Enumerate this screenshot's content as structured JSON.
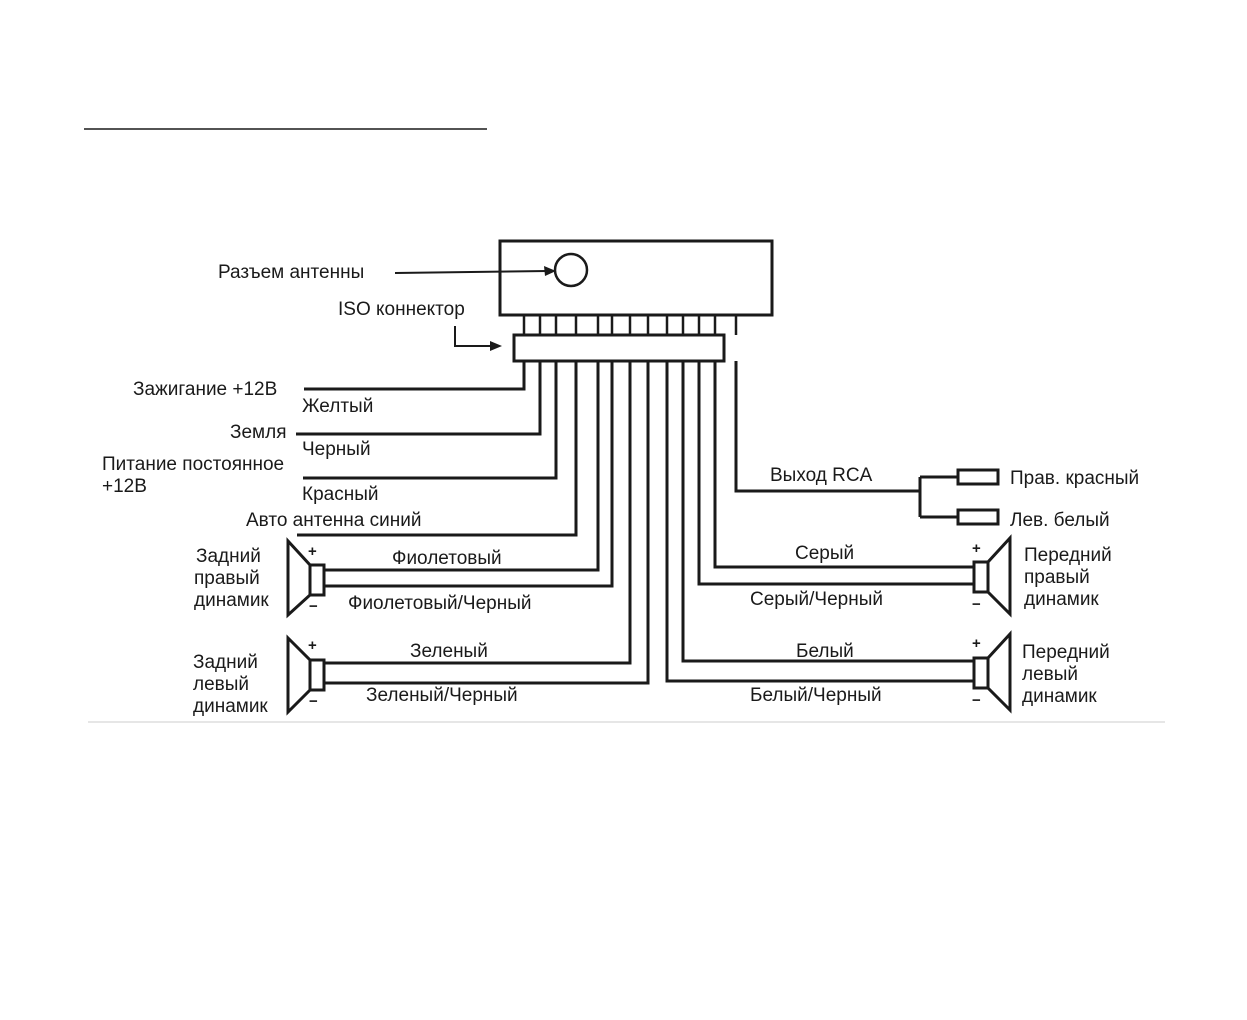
{
  "unit": {
    "antenna_connector_label": "Разъем антенны",
    "iso_connector_label": "ISO коннектор"
  },
  "wires": {
    "ignition": {
      "function": "Зажигание +12В",
      "color": "Желтый"
    },
    "ground": {
      "function": "Земля",
      "color": "Черный"
    },
    "constant_power": {
      "function_line1": "Питание постоянное",
      "function_line2": "+12В",
      "color": "Красный"
    },
    "auto_antenna": {
      "function": "Авто антенна синий"
    }
  },
  "rca": {
    "label": "Выход RCA",
    "right": "Прав. красный",
    "left": "Лев. белый"
  },
  "speakers": {
    "rear_right": {
      "name_lines": [
        "Задний",
        "правый",
        "динамик"
      ],
      "plus_wire": "Фиолетовый",
      "minus_wire": "Фиолетовый/Черный"
    },
    "rear_left": {
      "name_lines": [
        "Задний",
        "левый",
        "динамик"
      ],
      "plus_wire": "Зеленый",
      "minus_wire": "Зеленый/Черный"
    },
    "front_right": {
      "name_lines": [
        "Передний",
        "правый",
        "динамик"
      ],
      "plus_wire": "Серый",
      "minus_wire": "Серый/Черный"
    },
    "front_left": {
      "name_lines": [
        "Передний",
        "левый",
        "динамик"
      ],
      "plus_wire": "Белый",
      "minus_wire": "Белый/Черный"
    }
  },
  "polarity": {
    "plus": "+",
    "minus": "−"
  },
  "colors": {
    "ink": "#1a1a1a",
    "background": "#ffffff"
  }
}
